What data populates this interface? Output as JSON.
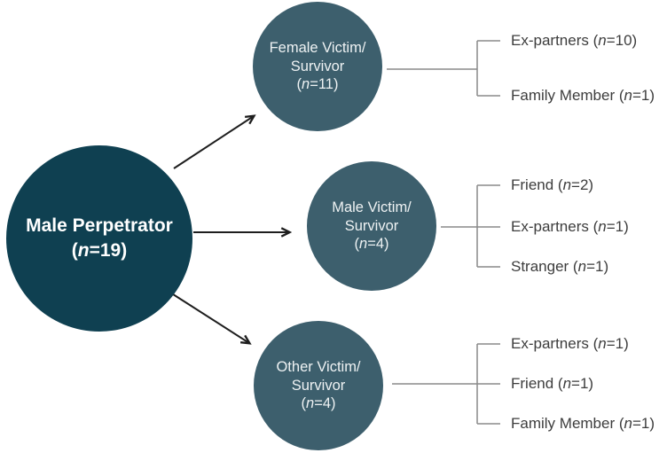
{
  "colors": {
    "background": "#ffffff",
    "root_circle": "#0f4051",
    "sub_circle": "#3d5f6d",
    "root_text": "#ffffff",
    "sub_text": "#eef2f3",
    "bracket_line": "#8a8a8a",
    "arrow": "#1e1e1e",
    "leaf_text": "#3d3d3d"
  },
  "diagram": {
    "root": {
      "title": "Male Perpetrator",
      "count": "(n=19)"
    },
    "branches": [
      {
        "circle": {
          "line1": "Female Victim/",
          "line2": "Survivor",
          "count": "(n=11)"
        },
        "leaves": [
          "Ex-partners (n=10)",
          "Family Member (n=1)"
        ]
      },
      {
        "circle": {
          "line1": "Male Victim/",
          "line2": "Survivor",
          "count": "(n=4)"
        },
        "leaves": [
          "Friend (n=2)",
          "Ex-partners (n=1)",
          "Stranger (n=1)"
        ]
      },
      {
        "circle": {
          "line1": "Other Victim/",
          "line2": "Survivor",
          "count": "(n=4)"
        },
        "leaves": [
          "Ex-partners (n=1)",
          "Friend (n=1)",
          "Family Member (n=1)"
        ]
      }
    ]
  }
}
